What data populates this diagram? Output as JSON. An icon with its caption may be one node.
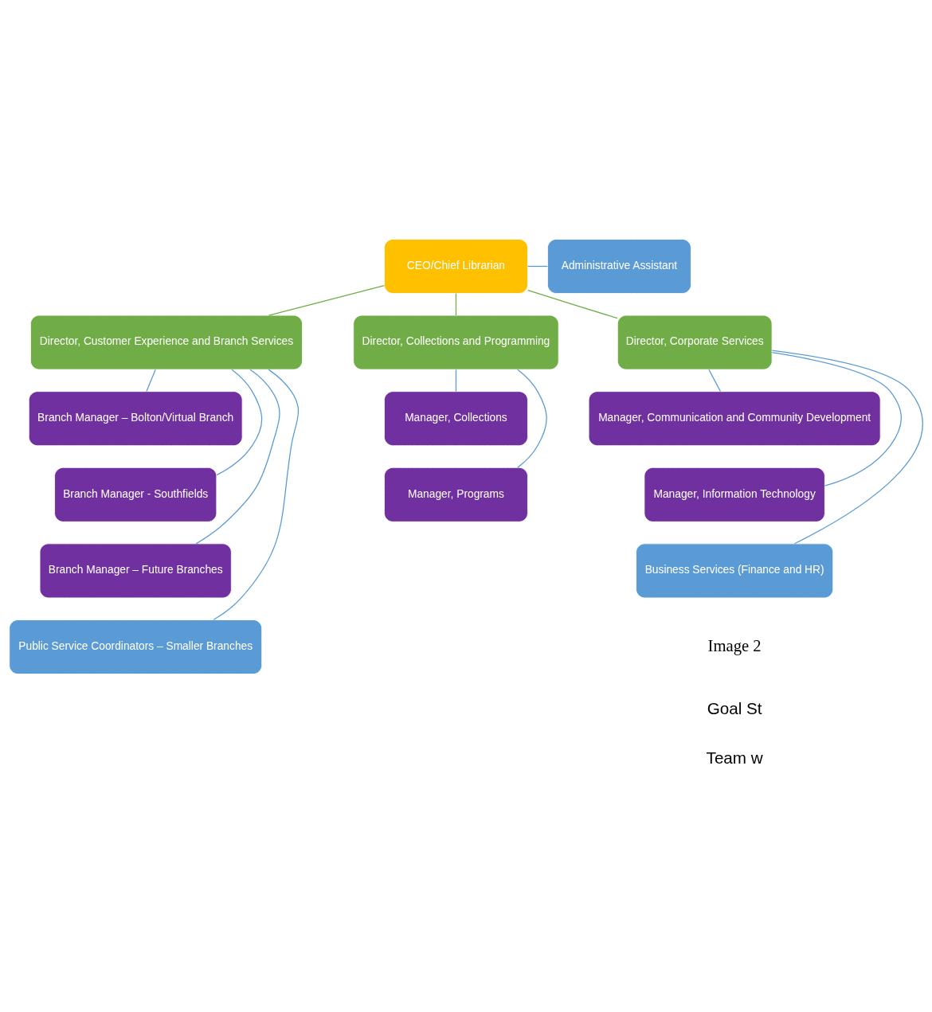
{
  "diagram": {
    "nodes": [
      {
        "text": [
          "CEO/Chief Librarian"
        ]
      },
      {
        "text": [
          "Administrative Assistant"
        ]
      },
      {
        "text": [
          "Director, Customer Experience and Branch Services"
        ]
      },
      {
        "text": [
          "Director, Collections and Programming"
        ]
      },
      {
        "text": [
          "Director, Corporate Services"
        ]
      },
      {
        "text": [
          "Branch Manager – Bolton/Virtual Branch"
        ]
      },
      {
        "text": [
          "Branch Manager - Southfields"
        ]
      },
      {
        "text": [
          "Branch Manager – Future Branches"
        ]
      },
      {
        "text": [
          "Public Service Coordinators – Smaller Branches"
        ]
      },
      {
        "text": [
          "Manager, Collections"
        ]
      },
      {
        "text": [
          "Manager, Programs"
        ]
      },
      {
        "text": [
          "Manager, Communication and Community Development"
        ]
      },
      {
        "text": [
          "Manager, Information Technology"
        ]
      },
      {
        "text": [
          "Business Services (Finance and HR)"
        ]
      }
    ],
    "edges": [
      {
        "from": 0,
        "to": 1,
        "arrow": "none"
      },
      {
        "from": 0,
        "to": 2,
        "arrow": "none",
        "color": "#70ad47"
      },
      {
        "from": 0,
        "to": 3,
        "arrow": "none",
        "color": "#70ad47"
      },
      {
        "from": 0,
        "to": 4,
        "arrow": "none",
        "color": "#70ad47"
      },
      {
        "from": 2,
        "to": 5,
        "arrow": "none"
      },
      {
        "from": 2,
        "to": 6,
        "arrow": "none"
      },
      {
        "from": 2,
        "to": 7,
        "arrow": "none"
      },
      {
        "from": 2,
        "to": 8,
        "arrow": "none"
      },
      {
        "from": 3,
        "to": 9,
        "arrow": "none"
      },
      {
        "from": 3,
        "to": 10,
        "arrow": "none"
      },
      {
        "from": 4,
        "to": 11,
        "arrow": "none"
      },
      {
        "from": 4,
        "to": 12,
        "arrow": "none"
      },
      {
        "from": 4,
        "to": 13,
        "arrow": "none"
      }
    ],
    "labels": [
      "Image 2",
      "Goal St",
      "Team w"
    ]
  }
}
